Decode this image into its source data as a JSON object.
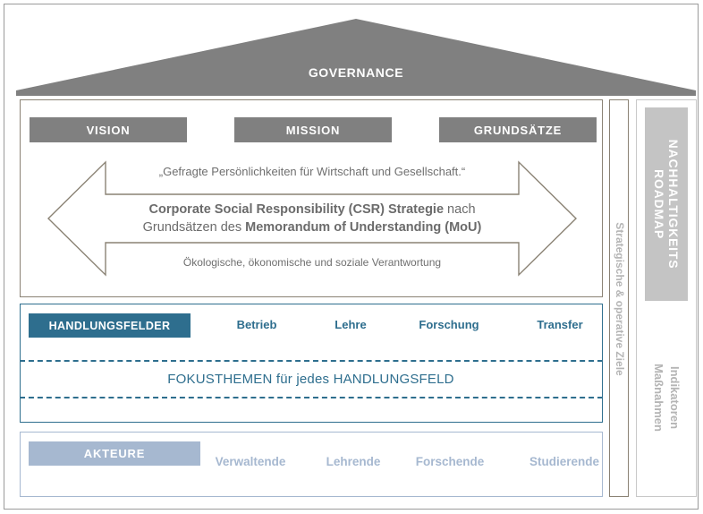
{
  "diagram": {
    "roof": {
      "label": "GOVERNANCE",
      "color": "#808080"
    },
    "strategy": {
      "pillars": [
        {
          "label": "VISION"
        },
        {
          "label": "MISSION"
        },
        {
          "label": "GRUNDSÄTZE"
        }
      ],
      "arrow": {
        "top_text": "„Gefragte Persönlichkeiten für Wirtschaft und Gesellschaft.“",
        "middle_bold_1": "Corporate Social Responsibility (CSR) Strategie",
        "middle_plain_1": " nach",
        "middle_plain_2": "Grundsätzen des ",
        "middle_bold_2": "Memorandum of Understanding (MoU)",
        "bottom_text": "Ökologische, ökonomische und soziale Verantwortung",
        "outline_color": "#8a8274"
      }
    },
    "handlungsfelder": {
      "tag_label": "HANDLUNGSFELDER",
      "color": "#2e6e8e",
      "items": [
        {
          "label": "Betrieb"
        },
        {
          "label": "Lehre"
        },
        {
          "label": "Forschung"
        },
        {
          "label": "Transfer"
        }
      ],
      "focus_label": "FOKUSTHEMEN für jedes HANDLUNGSFELD"
    },
    "akteure": {
      "tag_label": "AKTEURE",
      "color": "#a6b8d0",
      "items": [
        {
          "label": "Verwaltende"
        },
        {
          "label": "Lehrende"
        },
        {
          "label": "Forschende"
        },
        {
          "label": "Studierende"
        }
      ]
    },
    "right_columns": {
      "goals_label": "Strategische & operative Ziele",
      "roadmap_line1": "NACHHALTIGKEITS",
      "roadmap_line2": "ROADMAP",
      "roadmap_sub_line1": "Indikatoren",
      "roadmap_sub_line2": "Maßnahmen",
      "roadmap_color": "#c4c4c4"
    }
  }
}
